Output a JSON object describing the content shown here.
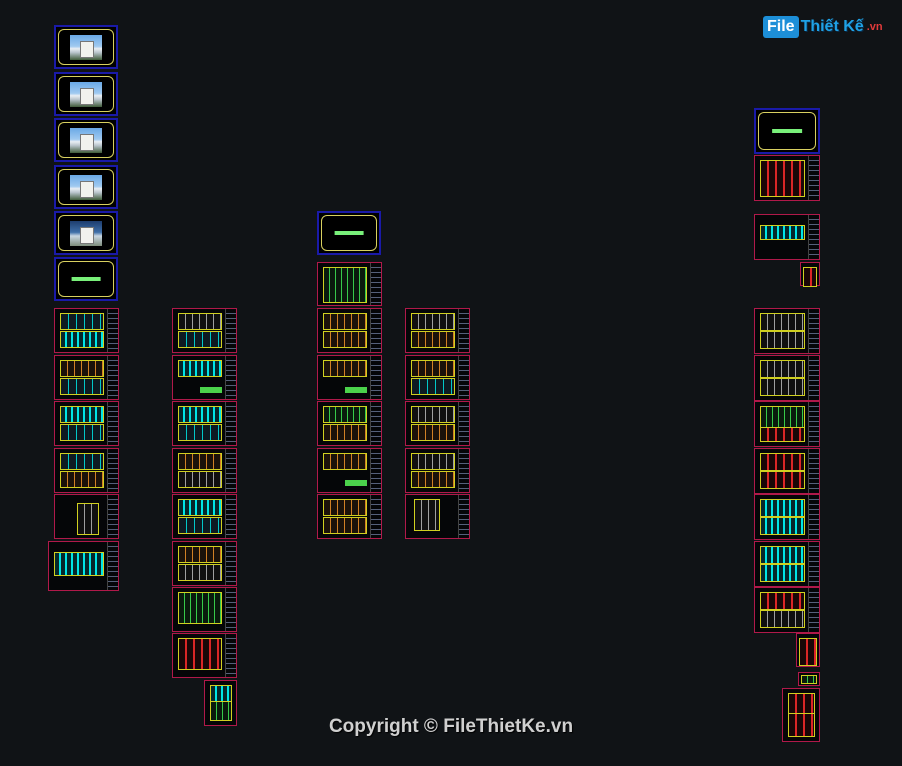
{
  "watermark": {
    "logo_file": "File",
    "logo_name": "Thiết Kế",
    "logo_domain": ".vn",
    "copyright": "Copyright © FileThietKe.vn"
  },
  "colors": {
    "background": "#101316",
    "sheet_border": "#b0194a",
    "cover_border": "#1a1aa8",
    "cover_inner": "#d8d060",
    "title_bar": "#79f07a"
  }
}
